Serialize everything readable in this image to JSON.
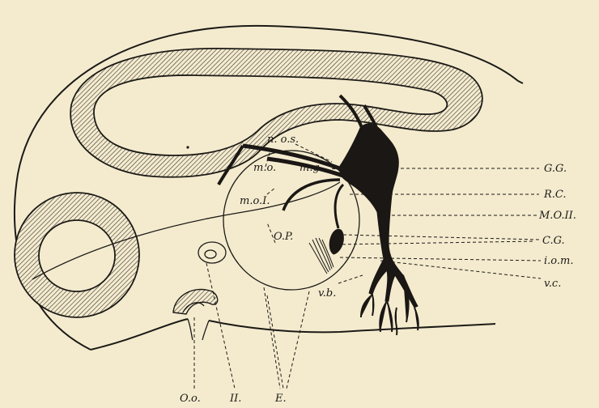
{
  "labels": {
    "nos": "n. o.s.",
    "mo": "m.o.",
    "mg": "m.g.",
    "mo1": "m.o.I.",
    "op": "O.P.",
    "vb": "v.b.",
    "gg": "G.G.",
    "rc": "R.C.",
    "moii": "M.O.II.",
    "cg": "C.G.",
    "iom": "i.o.m.",
    "vc": "v.c.",
    "oo": "O.o.",
    "ii": "II.",
    "e": "E."
  },
  "colors": {
    "paper": "#f4ebcf",
    "ink": "#1c1a16"
  }
}
